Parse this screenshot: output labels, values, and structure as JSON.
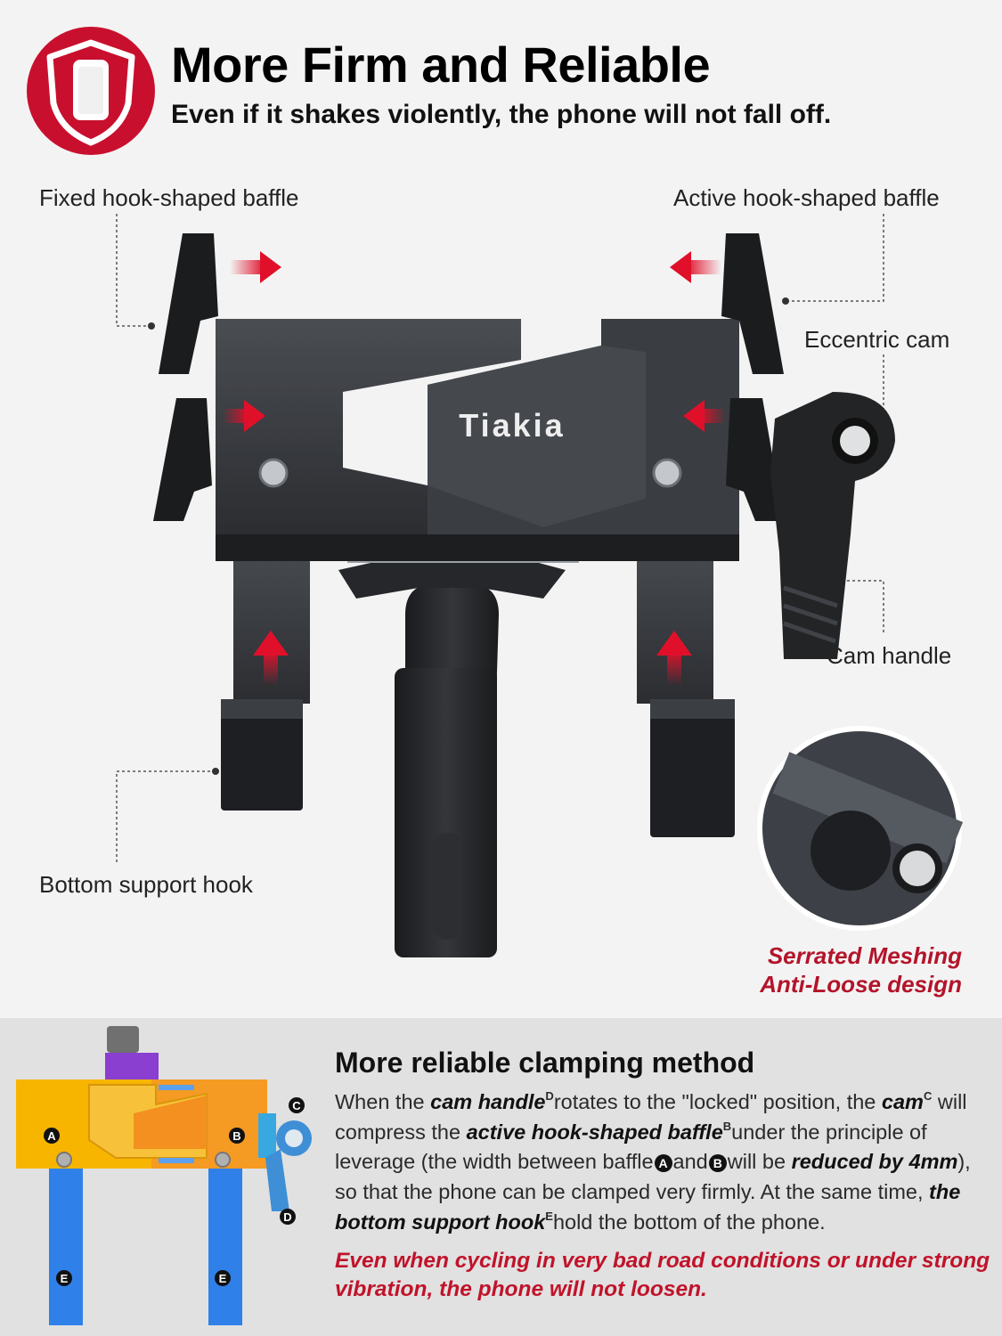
{
  "header": {
    "title": "More Firm and Reliable",
    "subtitle": "Even if it shakes violently, the phone will not fall off."
  },
  "callouts": {
    "fixed_baffle": "Fixed hook-shaped baffle",
    "active_baffle": "Active hook-shaped baffle",
    "eccentric_cam": "Eccentric cam",
    "cam_handle": "Cam handle",
    "bottom_hook": "Bottom support hook"
  },
  "product": {
    "brand": "Tiakia"
  },
  "detail": {
    "line1": "Serrated Meshing",
    "line2": "Anti-Loose design"
  },
  "diagram": {
    "label_a": "A",
    "label_b": "B",
    "label_c": "C",
    "label_d": "D",
    "label_e": "E"
  },
  "section": {
    "title": "More reliable clamping method",
    "p_when": "When the ",
    "cam_handle": "cam handle",
    "mark_d": "D",
    "p_rotates": "rotates to the \"locked\" position, the ",
    "cam": "cam",
    "mark_c": "C",
    "p_compress": " will compress the ",
    "active_baffle": "active hook-shaped baffle",
    "mark_b": "B",
    "p_principle": "under the principle of leverage (the width between baffle",
    "circle_a": "A",
    "p_and": "and",
    "circle_b": "B",
    "p_willbe": "will be ",
    "reduced": "reduced by 4mm",
    "p_firmly": "), so that the phone can be clamped very firmly. At the same time, ",
    "bottom_hook": "the bottom support hook",
    "mark_e": "E",
    "p_hold": "hold the bottom of the phone.",
    "warning": "Even when cycling in very bad road conditions or under strong vibration, the phone will not loosen."
  },
  "colors": {
    "accent_red": "#c8102e",
    "diagram_yellow": "#f7b500",
    "diagram_orange": "#f59a23",
    "diagram_blue": "#2f80e8",
    "diagram_purple": "#8a3fd1"
  }
}
